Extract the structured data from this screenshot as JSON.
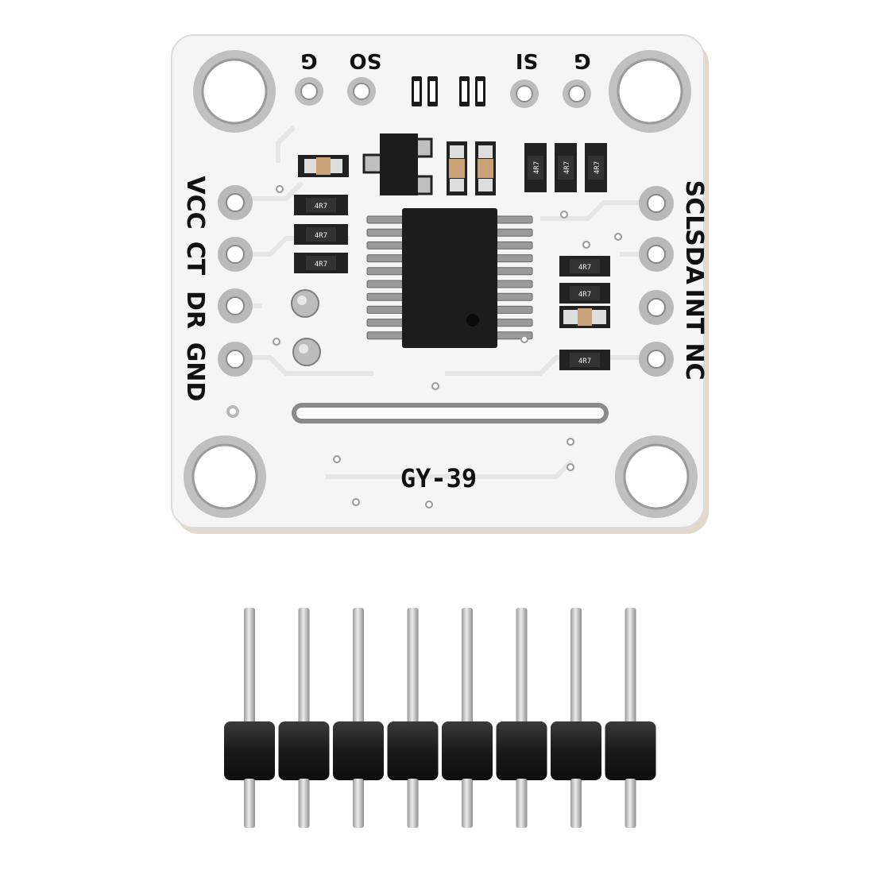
{
  "board": {
    "model": "GY-39",
    "top_pins": [
      "G",
      "SO",
      "SI",
      "G"
    ],
    "left_pins": [
      "VCC",
      "CT",
      "DR",
      "GND"
    ],
    "right_pins": [
      "SCL",
      "SDA",
      "INT",
      "NC"
    ],
    "resistor_codes": [
      "4R7",
      "4R7",
      "4R7",
      "4R7",
      "4R7",
      "4R7",
      "4R7",
      "4R7",
      "4R7"
    ]
  },
  "header": {
    "pin_count": 8
  },
  "colors": {
    "pcb": "#f4f4f4",
    "pcb_edge": "#d9d9d9",
    "copper_ring": "#b9b9b9",
    "chip": "#1c1c1c",
    "resistor": "#222222",
    "capacitor": "#c9a27a",
    "header_plastic": "#1f1f1f",
    "pin_metal": "#c8c8c8"
  }
}
